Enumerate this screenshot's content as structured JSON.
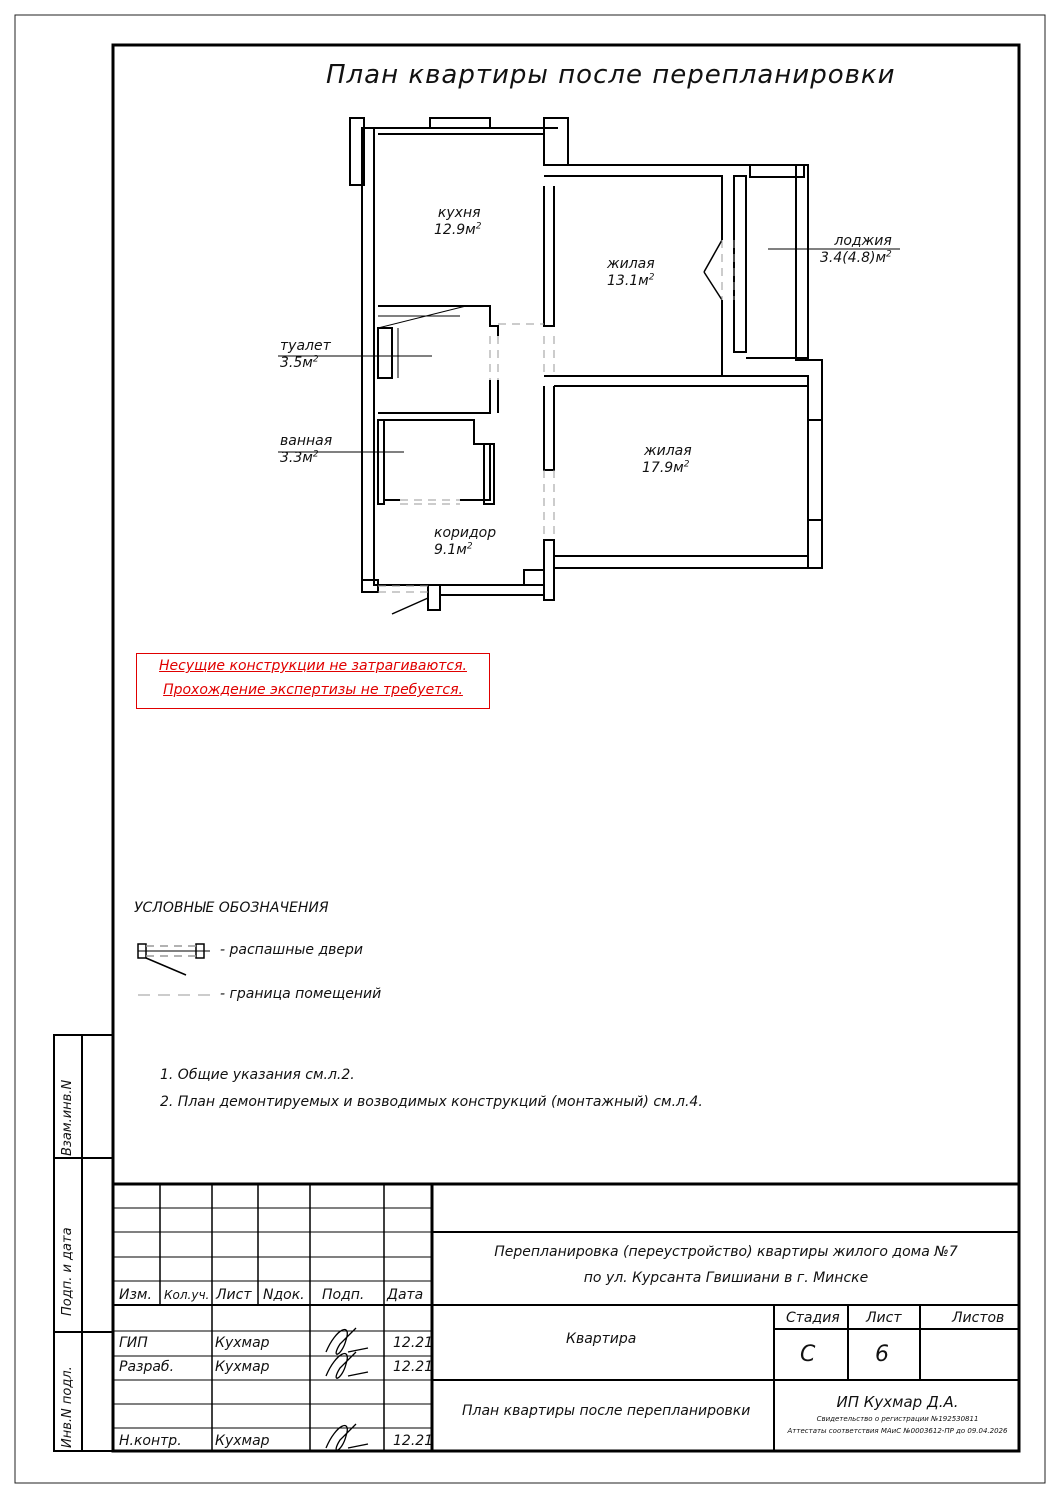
{
  "title": "План квартиры после перепланировки",
  "rooms": {
    "kitchen": {
      "name": "кухня",
      "area": "12.9м",
      "unit_sup": "2"
    },
    "living1": {
      "name": "жилая",
      "area": "13.1м",
      "unit_sup": "2"
    },
    "loggia": {
      "name": "лоджия",
      "area": "3.4(4.8)м",
      "unit_sup": "2"
    },
    "toilet": {
      "name": "туалет",
      "area": "3.5м",
      "unit_sup": "2"
    },
    "bath": {
      "name": "ванная",
      "area": "3.3м",
      "unit_sup": "2"
    },
    "living2": {
      "name": "жилая",
      "area": "17.9м",
      "unit_sup": "2"
    },
    "corridor": {
      "name": "коридор",
      "area": "9.1м",
      "unit_sup": "2"
    }
  },
  "warning": {
    "line1": "Несущие конструкции не затрагиваются.",
    "line2": "Прохождение экспертизы не требуется.",
    "color": "#e00000"
  },
  "legend": {
    "title": "УСЛОВНЫЕ ОБОЗНАЧЕНИЯ",
    "doors": "- распашные двери",
    "boundary": "- граница помещений"
  },
  "notes": [
    "1. Общие указания см.л.2.",
    "2. План демонтируемых и возводимых конструкций (монтажный) см.л.4."
  ],
  "side_stamps": [
    "Взам.инв.N",
    "Подп. и дата",
    "Инв.N подл."
  ],
  "title_block": {
    "headers": {
      "izm": "Изм.",
      "koluch": "Кол.уч.",
      "list": "Лист",
      "ndok": "Nдок.",
      "podp": "Подп.",
      "data": "Дата"
    },
    "rows": [
      {
        "role": "ГИП",
        "name": "Кухмар",
        "date": "12.21"
      },
      {
        "role": "Разраб.",
        "name": "Кухмар",
        "date": "12.21"
      },
      {
        "role": "Н.контр.",
        "name": "Кухмар",
        "date": "12.21"
      }
    ],
    "project_line1": "Перепланировка (переустройство) квартиры  жилого дома №7",
    "project_line2": "по ул. Курсанта Гвишиани в г. Минске",
    "object": "Квартира",
    "sheet_title": "План квартиры после перепланировки",
    "stage_label": "Стадия",
    "sheet_label": "Лист",
    "sheets_label": "Листов",
    "stage": "С",
    "sheet": "6",
    "sheets": "",
    "company": "ИП Кухмар Д.А.",
    "cert1": "Свидетельство о регистрации №192530811",
    "cert2": "Аттестаты соответствия МАиС №0003612-ПР до 09.04.2026"
  }
}
